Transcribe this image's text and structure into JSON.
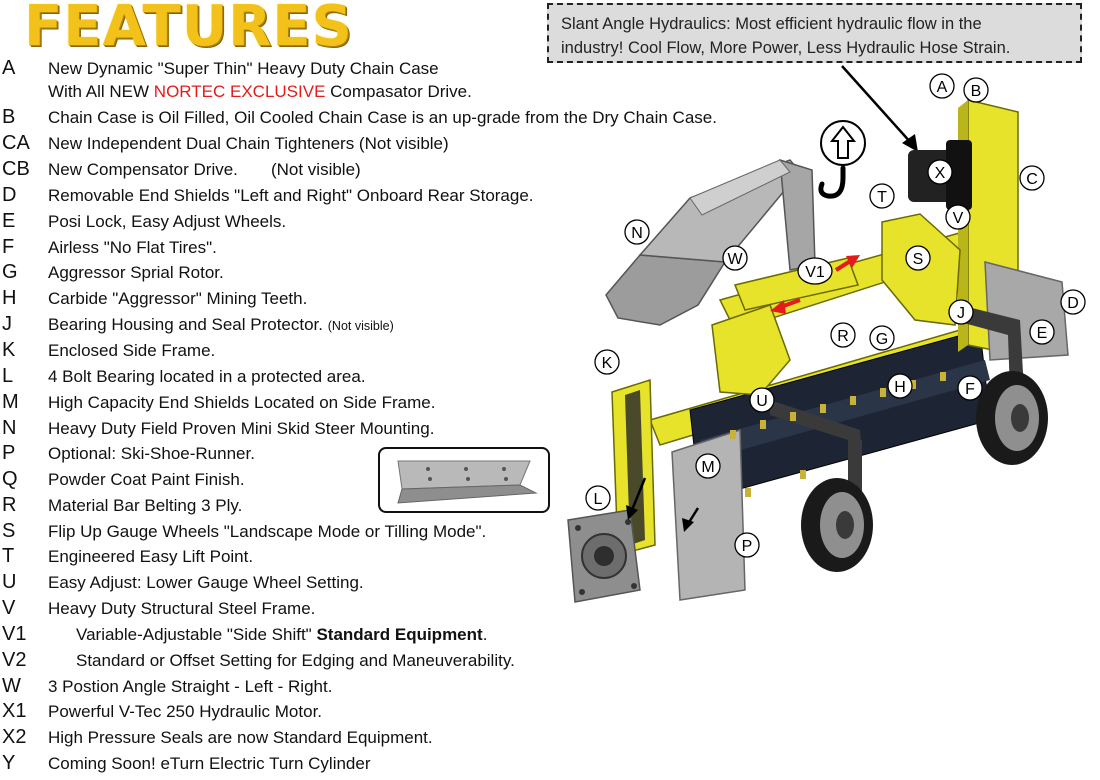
{
  "page": {
    "title": "FEATURES",
    "callout": {
      "line1": "Slant Angle Hydraulics:  Most efficient hydraulic flow in the",
      "line2": "industry!  Cool Flow, More Power, Less Hydraulic Hose Strain."
    },
    "features": [
      {
        "code": "A",
        "text": "New Dynamic \"Super Thin\" Heavy Duty Chain Case"
      },
      {
        "code": "",
        "text_before": "With All NEW ",
        "text_red": "NORTEC EXCLUSIVE",
        "text_after": " Compasator Drive."
      },
      {
        "code": "B",
        "text": "Chain Case is Oil Filled, Oil Cooled Chain Case is an up-grade from the Dry Chain Case."
      },
      {
        "code": "CA",
        "text": "New Independent Dual Chain Tighteners (Not visible)"
      },
      {
        "code": "CB",
        "text": "New Compensator Drive.       (Not visible)"
      },
      {
        "code": "D",
        "text": "Removable End Shields  \"Left and Right\" Onboard Rear Storage."
      },
      {
        "code": "E",
        "text": "Posi Lock, Easy Adjust Wheels."
      },
      {
        "code": "F",
        "text": "Airless \"No Flat Tires\"."
      },
      {
        "code": "G",
        "text": "Aggressor Sprial Rotor."
      },
      {
        "code": "H",
        "text": "Carbide \"Aggressor\" Mining Teeth."
      },
      {
        "code": "J",
        "text": "Bearing Housing and Seal Protector.",
        "small": "(Not visible)"
      },
      {
        "code": "K",
        "text": "Enclosed Side Frame."
      },
      {
        "code": "L",
        "text": "4 Bolt Bearing located in a protected area."
      },
      {
        "code": "M",
        "text": "High Capacity End Shields Located on Side Frame."
      },
      {
        "code": "N",
        "text": "Heavy Duty Field Proven Mini Skid Steer Mounting."
      },
      {
        "code": "P",
        "text": "Optional: Ski-Shoe-Runner."
      },
      {
        "code": "Q",
        "text": "Powder Coat Paint Finish."
      },
      {
        "code": "R",
        "text": "Material Bar Belting 3 Ply."
      },
      {
        "code": "S",
        "text": "Flip Up Gauge Wheels \"Landscape Mode or Tilling Mode\"."
      },
      {
        "code": "T",
        "text": "Engineered Easy Lift Point."
      },
      {
        "code": "U",
        "text": "Easy Adjust: Lower Gauge Wheel Setting."
      },
      {
        "code": "V",
        "text": "Heavy Duty Structural Steel Frame."
      },
      {
        "code": "V1",
        "text": "Variable-Adjustable \"Side Shift\" ",
        "bold": "Standard Equipment",
        "after": "."
      },
      {
        "code": "V2",
        "text": "Standard or Offset Setting for Edging and Maneuverability."
      },
      {
        "code": "W",
        "text": "3 Postion Angle Straight - Left - Right."
      },
      {
        "code": "X1",
        "text": "Powerful V-Tec 250  Hydraulic Motor."
      },
      {
        "code": "X2",
        "text": "High Pressure Seals are now Standard Equipment."
      },
      {
        "code": "Y",
        "text": "Coming Soon! eTurn Electric Turn Cylinder"
      }
    ],
    "diagram_labels": [
      "A",
      "B",
      "C",
      "D",
      "E",
      "F",
      "G",
      "H",
      "J",
      "K",
      "L",
      "M",
      "N",
      "P",
      "R",
      "S",
      "T",
      "U",
      "V",
      "V1",
      "W",
      "X"
    ],
    "colors": {
      "title": "#f2c21b",
      "accent_red": "#e31b1b",
      "frame_yellow": "#e7e22a",
      "steel_gray": "#a9a9a9",
      "callout_bg": "#dcdcdc"
    }
  }
}
